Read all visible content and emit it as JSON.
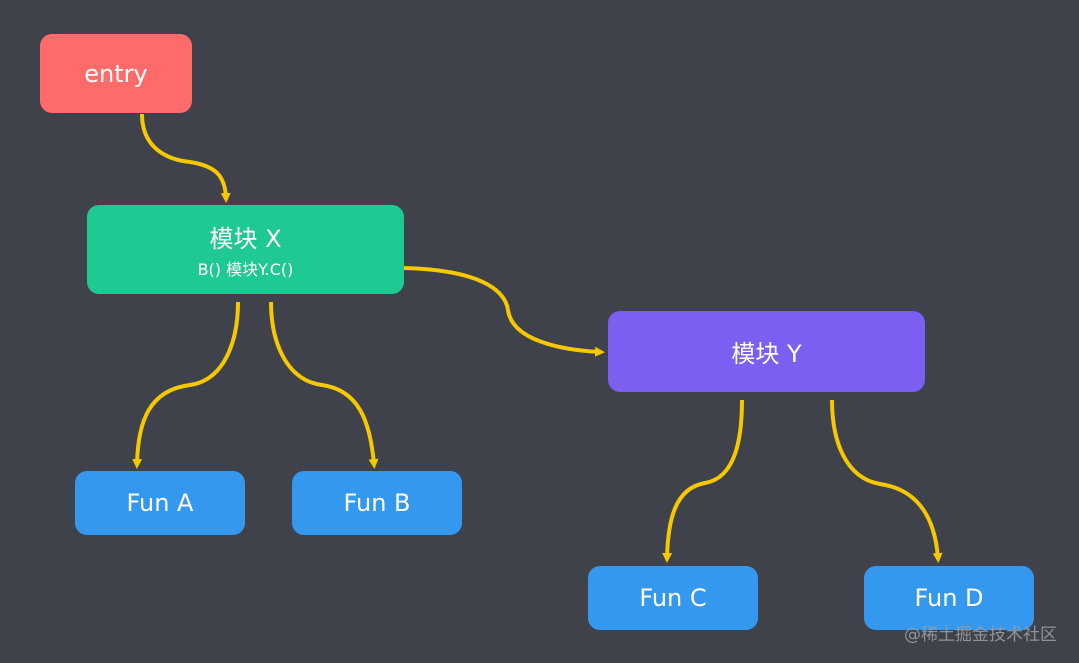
{
  "colors": {
    "background": "#3f414b",
    "entry": "#ff6b6b",
    "module_x": "#1fc993",
    "module_y": "#7b5ff0",
    "function": "#3499ee",
    "edge": "#f5c800"
  },
  "nodes": {
    "entry": {
      "label": "entry"
    },
    "module_x": {
      "label": "模块 X",
      "sublabel": "B()  模块Y.C()"
    },
    "module_y": {
      "label": "模块 Y"
    },
    "fun_a": {
      "label": "Fun A"
    },
    "fun_b": {
      "label": "Fun B"
    },
    "fun_c": {
      "label": "Fun C"
    },
    "fun_d": {
      "label": "Fun D"
    }
  },
  "edges": [
    {
      "from": "entry",
      "to": "module_x"
    },
    {
      "from": "module_x",
      "to": "fun_a"
    },
    {
      "from": "module_x",
      "to": "fun_b"
    },
    {
      "from": "module_x",
      "to": "module_y"
    },
    {
      "from": "module_y",
      "to": "fun_c"
    },
    {
      "from": "module_y",
      "to": "fun_d"
    }
  ],
  "watermark": "@稀土掘金技术社区"
}
